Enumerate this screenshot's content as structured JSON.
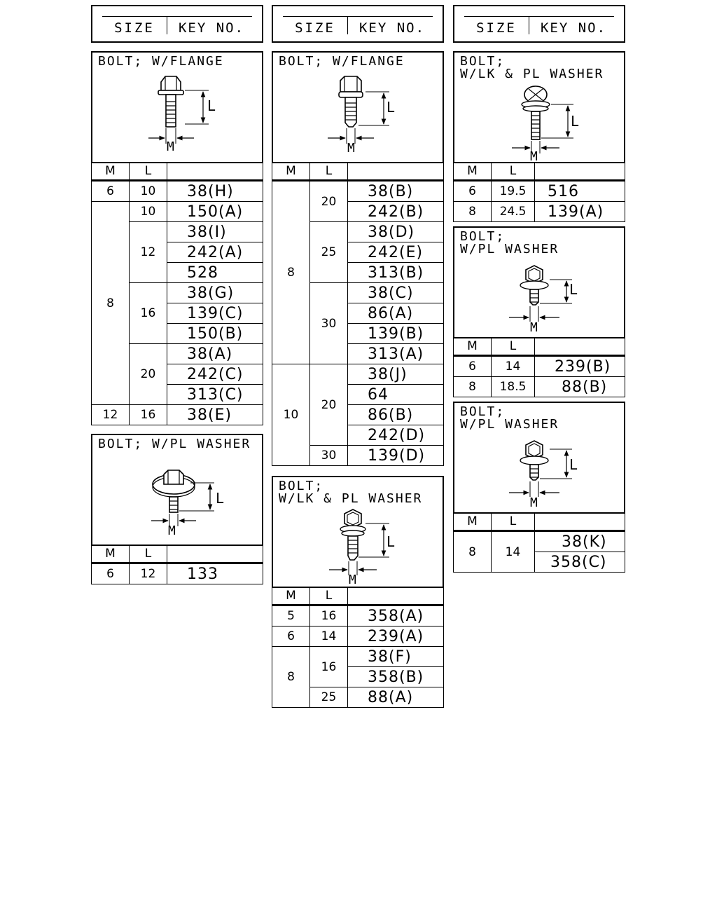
{
  "header": {
    "size_label": "SIZE",
    "key_label": "KEY NO."
  },
  "cols": {
    "m": "M",
    "l": "L"
  },
  "dims": {
    "l": "L",
    "m": "M"
  },
  "panels": {
    "p1": {
      "title": "BOLT; W/FLANGE"
    },
    "p2": {
      "title": "BOLT; W/PL WASHER"
    },
    "p3": {
      "title": "BOLT; W/FLANGE"
    },
    "p4": {
      "title1": "BOLT;",
      "title2": "W/LK & PL WASHER"
    },
    "p5": {
      "title1": "BOLT;",
      "title2": "W/LK & PL WASHER"
    },
    "p6": {
      "title1": "BOLT;",
      "title2": "W/PL WASHER"
    },
    "p7": {
      "title1": "BOLT;",
      "title2": "W/PL WASHER"
    }
  },
  "t1": {
    "r0": {
      "m": "6",
      "l": "10",
      "k": "38(H)"
    },
    "r1": {
      "m": "8",
      "l": "10",
      "k": "150(A)"
    },
    "r2": {
      "l": "12",
      "k": "38(I)"
    },
    "r3": {
      "k": "242(A)"
    },
    "r4": {
      "k": "528"
    },
    "r5": {
      "l": "16",
      "k": "38(G)"
    },
    "r6": {
      "k": "139(C)"
    },
    "r7": {
      "k": "150(B)"
    },
    "r8": {
      "l": "20",
      "k": "38(A)"
    },
    "r9": {
      "k": "242(C)"
    },
    "r10": {
      "k": "313(C)"
    },
    "r11": {
      "m": "12",
      "l": "16",
      "k": "38(E)"
    }
  },
  "t2": {
    "r0": {
      "m": "6",
      "l": "12",
      "k": "133"
    }
  },
  "t3": {
    "r0": {
      "m": "8",
      "l": "20",
      "k": "38(B)"
    },
    "r1": {
      "k": "242(B)"
    },
    "r2": {
      "l": "25",
      "k": "38(D)"
    },
    "r3": {
      "k": "242(E)"
    },
    "r4": {
      "k": "313(B)"
    },
    "r5": {
      "l": "30",
      "k": "38(C)"
    },
    "r6": {
      "k": "86(A)"
    },
    "r7": {
      "k": "139(B)"
    },
    "r8": {
      "k": "313(A)"
    },
    "r9": {
      "m": "10",
      "l": "20",
      "k": "38(J)"
    },
    "r10": {
      "k": "64"
    },
    "r11": {
      "k": "86(B)"
    },
    "r12": {
      "k": "242(D)"
    },
    "r13": {
      "l": "30",
      "k": "139(D)"
    }
  },
  "t4": {
    "r0": {
      "m": "6",
      "l": "19.5",
      "k": "516"
    },
    "r1": {
      "m": "8",
      "l": "24.5",
      "k": "139(A)"
    }
  },
  "t5": {
    "r0": {
      "m": "5",
      "l": "16",
      "k": "358(A)"
    },
    "r1": {
      "m": "6",
      "l": "14",
      "k": "239(A)"
    },
    "r2": {
      "m": "8",
      "l": "16",
      "k": "38(F)"
    },
    "r3": {
      "k": "358(B)"
    },
    "r4": {
      "l": "25",
      "k": "88(A)"
    }
  },
  "t6": {
    "r0": {
      "m": "6",
      "l": "14",
      "k": "239(B)"
    },
    "r1": {
      "m": "8",
      "l": "18.5",
      "k": "88(B)"
    }
  },
  "t7": {
    "r0": {
      "m": "8",
      "l": "14",
      "k": "38(K)"
    },
    "r1": {
      "k": "358(C)"
    }
  }
}
